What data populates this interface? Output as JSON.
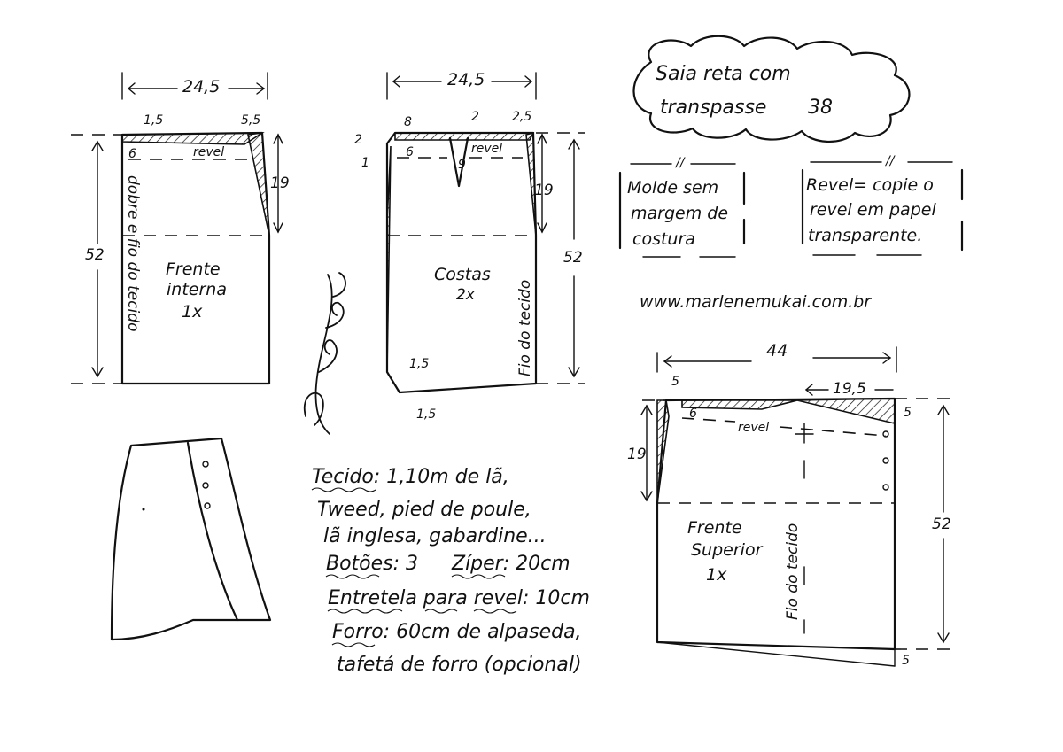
{
  "title_cloud": {
    "line1": "Saia reta com",
    "line2": "transpasse",
    "size": "38"
  },
  "notes": {
    "left_line1": "Molde sem",
    "left_line2": "margem de",
    "left_line3": "costura",
    "right_line1": "Revel= copie o",
    "right_line2": "revel em papel",
    "right_line3": "transparente."
  },
  "website": "www.marlenemukai.com.br",
  "pieces": {
    "frente_interna": {
      "width": "24,5",
      "left_top": "1,5",
      "right_top": "5,5",
      "facing": "6",
      "revel": "revel",
      "dart_len": "19",
      "length": "52",
      "fold": "dobre e fio do tecido",
      "name1": "Frente",
      "name2": "interna",
      "qty": "1x"
    },
    "costas": {
      "width": "24,5",
      "waist_offset": "8",
      "dart_top": "2",
      "right_top": "2,5",
      "left_drop": "2",
      "left_small": "1",
      "facing": "6",
      "dart_depth": "9",
      "revel": "revel",
      "dart_len": "19",
      "length": "52",
      "hem_left": "1,5",
      "hem_bottom": "1,5",
      "grain": "Fio do tecido",
      "name1": "Costas",
      "qty": "2x"
    },
    "frente_superior": {
      "width": "44",
      "left_top": "5",
      "overlap": "19,5",
      "facing": "6",
      "right_top": "5",
      "revel": "revel",
      "dart_len": "19",
      "length": "52",
      "hem": "5",
      "grain": "Fio do tecido",
      "name1": "Frente",
      "name2": "Superior",
      "qty": "1x"
    }
  },
  "materials": {
    "line1": "Tecido: 1,10m de lã,",
    "line2": "Tweed, pied de poule,",
    "line3": "lã inglesa, gabardine...",
    "line4a": "Botões: 3",
    "line4b": "Zíper: 20cm",
    "line5": "Entretela para revel: 10cm",
    "line6": "Forro: 60cm de alpaseda,",
    "line7": "tafetá de forro (opcional)"
  },
  "signature": "Marlene Mukai"
}
